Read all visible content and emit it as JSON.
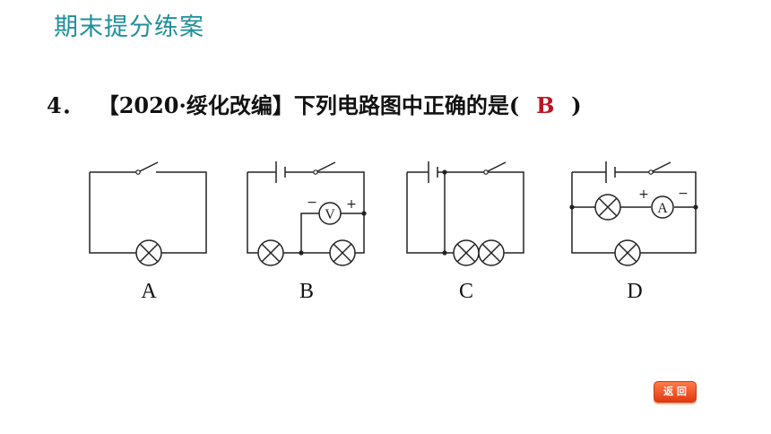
{
  "header": {
    "title": "期末提分练案"
  },
  "question": {
    "number": "4．",
    "source": "【2020·绥化改编】",
    "text": "下列电路图中正确的是(",
    "answer": "B",
    "close": ")"
  },
  "options": [
    {
      "label": "A"
    },
    {
      "label": "B",
      "voltmeter": "V",
      "minus": "−",
      "plus": "+"
    },
    {
      "label": "C"
    },
    {
      "label": "D",
      "ammeter": "A",
      "plus": "+",
      "minus": "−"
    }
  ],
  "back_button": {
    "label": "返 回"
  }
}
